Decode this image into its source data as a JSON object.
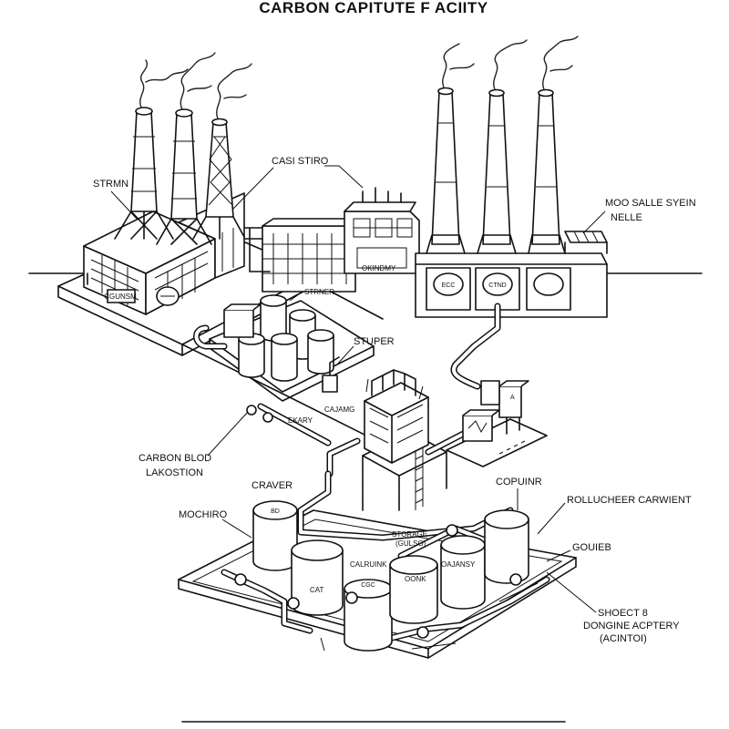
{
  "title": "CARBON CAPITUTE F ACIITY",
  "labels": {
    "strmn": "STRMN",
    "casi_stiro": "CASI STIRO",
    "moo_salle_line1": "MOO SALLE SYEIN",
    "moo_salle_line2": "NELLE",
    "okindmy": "OKINDMY",
    "strner": "STRNER",
    "stuper": "STUPER",
    "ekary": "EKARY",
    "cajamg": "CAJAMG",
    "carbon_blod": "CARBON BLOD",
    "lakostion": "LAKOSTION",
    "craver": "CRAVER",
    "mochiro": "MOCHIRO",
    "copuinr": "COPUINR",
    "rollucheer": "ROLLUCHEER CARWIENT",
    "storage_line1": "STORAGE",
    "storage_line2": "(GULSO)",
    "calruink": "CALRUINK",
    "oajansy": "OAJANSY",
    "gouieb": "GOUIEB",
    "ooink": "OONK",
    "cat": "CAT",
    "shoect_line1": "SHOECT 8",
    "shoect_line2": "DONGINE ACPTERY",
    "shoect_line3": "(ACINTOI)",
    "cgunsm": "CGUNSM",
    "tank_bd": "BD",
    "tank_cgc": "CGC",
    "unit_ecc": "ECC",
    "unit_ctnd": "CTND"
  }
}
